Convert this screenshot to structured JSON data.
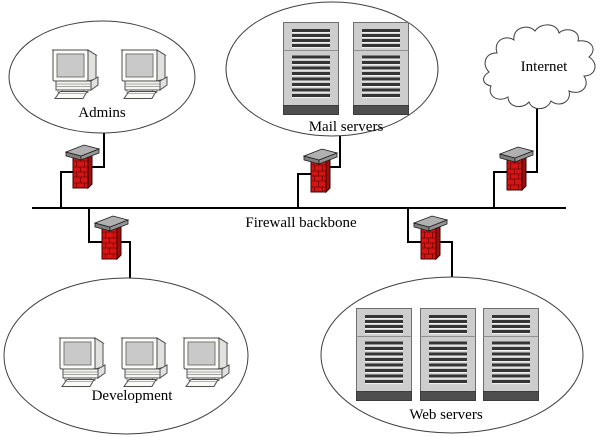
{
  "diagram": {
    "kind": "network-topology-diagram",
    "backbone": {
      "label": "Firewall backbone"
    },
    "nodes": [
      {
        "id": "admins",
        "label": "Admins",
        "type": "workstation-group",
        "device_count": 2,
        "position": "top-left",
        "icon": "desktop-computer-icon"
      },
      {
        "id": "mail-servers",
        "label": "Mail servers",
        "type": "server-group",
        "device_count": 2,
        "position": "top-center",
        "icon": "server-tower-icon"
      },
      {
        "id": "internet",
        "label": "Internet",
        "type": "external-network-cloud",
        "position": "top-right",
        "icon": "cloud-icon"
      },
      {
        "id": "development",
        "label": "Development",
        "type": "workstation-group",
        "device_count": 3,
        "position": "bottom-left",
        "icon": "desktop-computer-icon"
      },
      {
        "id": "web-servers",
        "label": "Web servers",
        "type": "server-group",
        "device_count": 3,
        "position": "bottom-right",
        "icon": "server-tower-icon"
      }
    ],
    "firewalls": {
      "count": 5,
      "icon": "brick-firewall-icon"
    }
  },
  "colors": {
    "background": "#ffffff",
    "line": "#000000",
    "zone_outline": "#3f3f3f",
    "firewall_brick": "#d61414",
    "firewall_brick_shade": "#9b0f0f",
    "firewall_mortar": "#7c0606",
    "firewall_cap_top": "#b0b0b0",
    "firewall_cap_edge": "#7e7e7e",
    "server_body": "#cdcdcd",
    "server_slat": "#353535",
    "server_base": "#4e4e4e",
    "monitor_screen": "#c9c9c9"
  }
}
